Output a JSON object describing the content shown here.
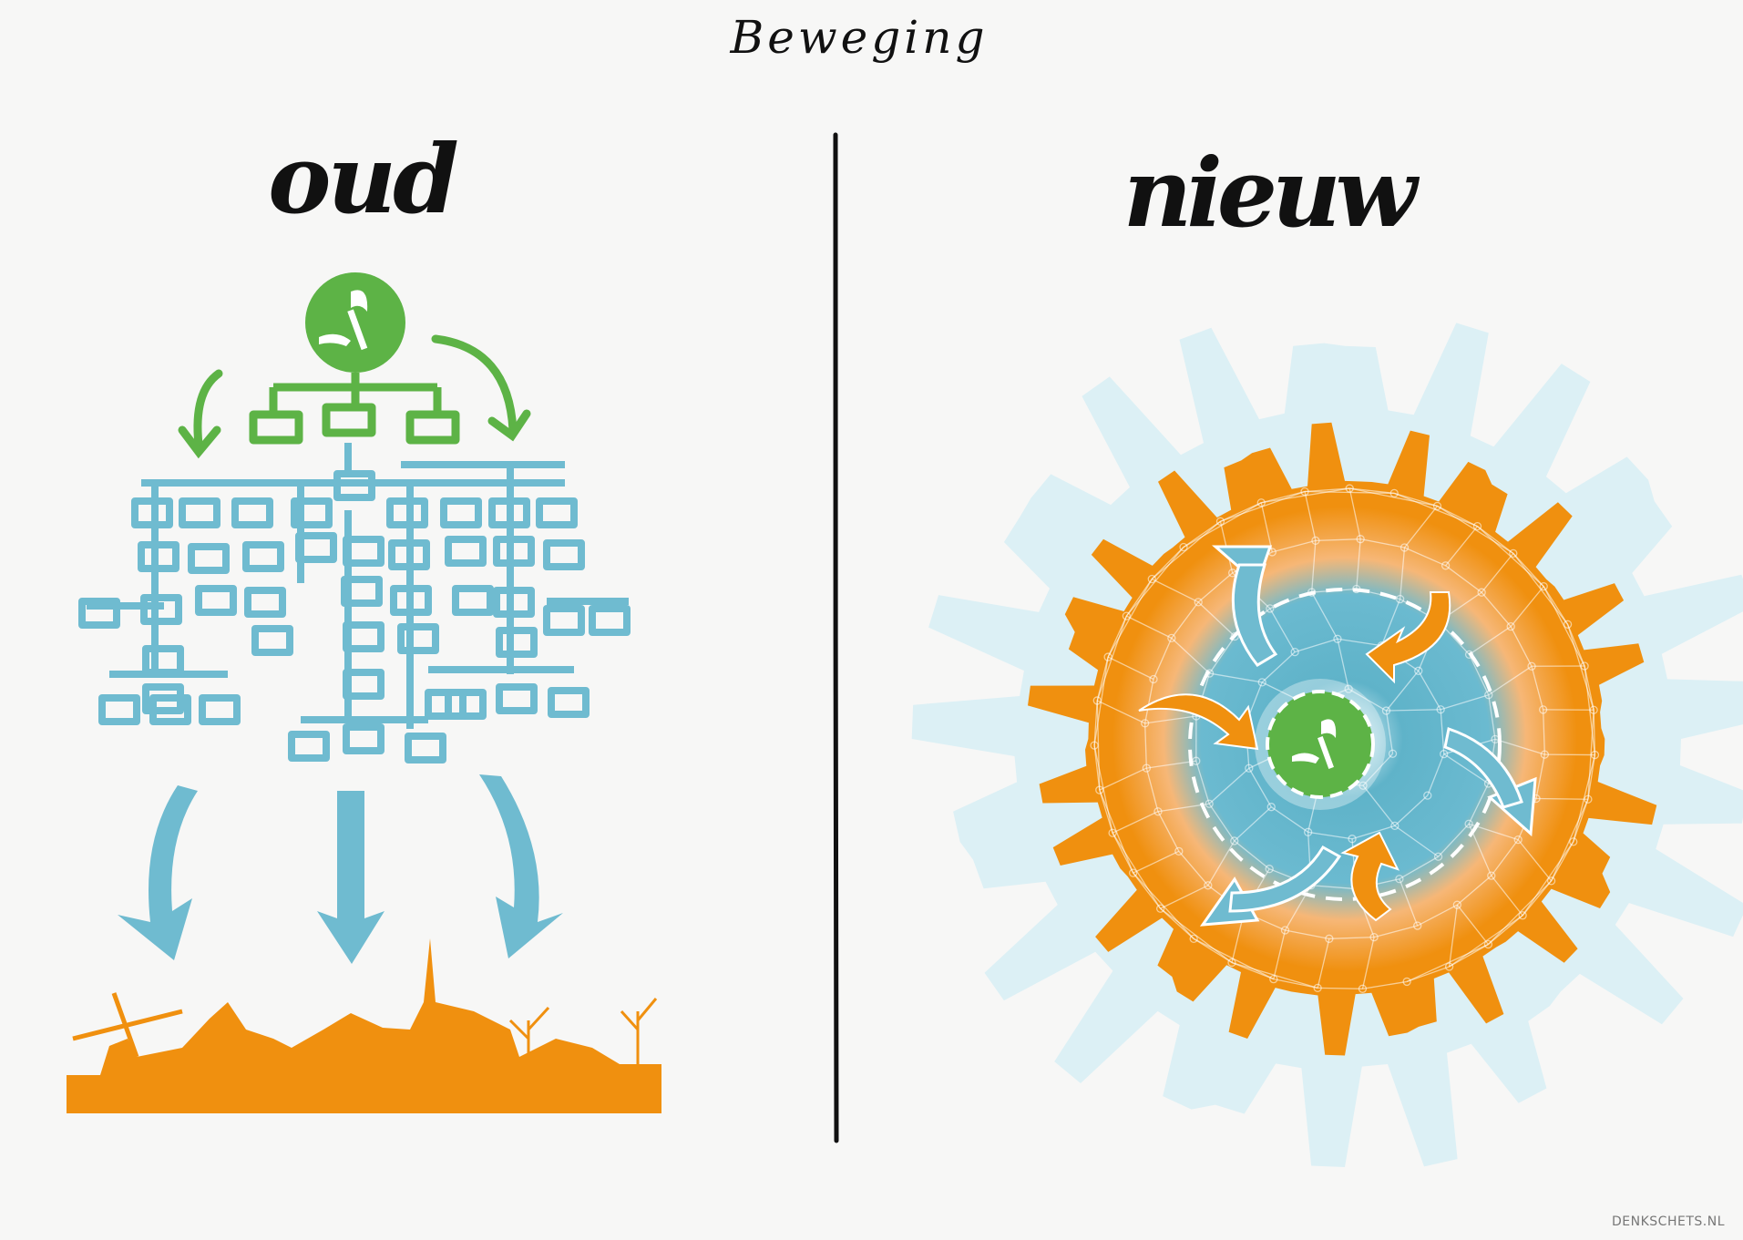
{
  "title": "Beweging",
  "left_panel": {
    "label": "oud"
  },
  "right_panel": {
    "label": "nieuw"
  },
  "credit": "DENKSCHETS.NL",
  "colors": {
    "green": "#5db346",
    "blue": "#6fbbd0",
    "orange": "#f0900f",
    "light_blue": "#dcf0f5",
    "ink": "#111111"
  }
}
